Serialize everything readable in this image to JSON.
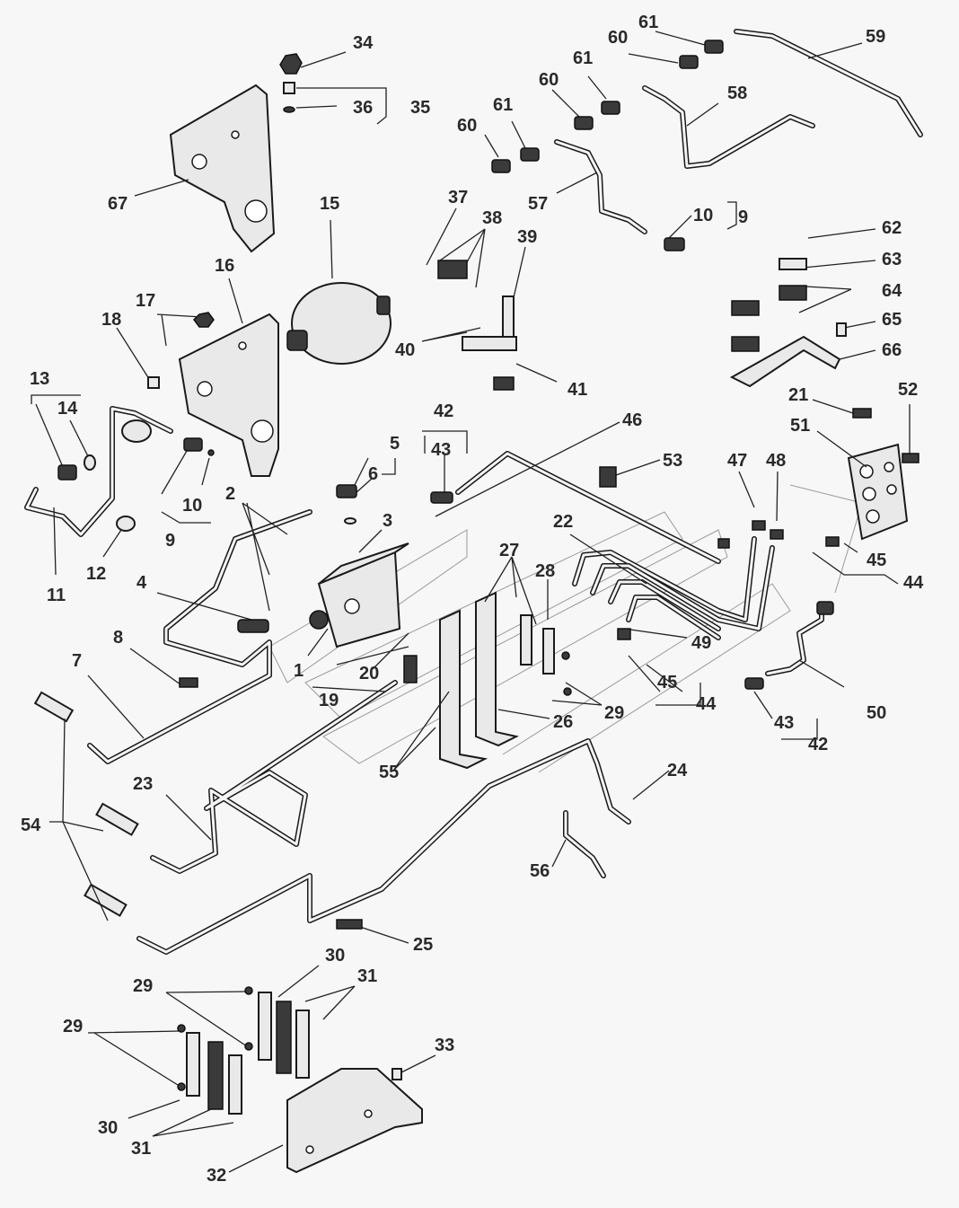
{
  "diagram": {
    "callouts": [
      {
        "id": "c34",
        "text": "34"
      },
      {
        "id": "c35",
        "text": "35"
      },
      {
        "id": "c36",
        "text": "36"
      },
      {
        "id": "c67",
        "text": "67"
      },
      {
        "id": "c15",
        "text": "15"
      },
      {
        "id": "c16",
        "text": "16"
      },
      {
        "id": "c17",
        "text": "17"
      },
      {
        "id": "c18",
        "text": "18"
      },
      {
        "id": "c13",
        "text": "13"
      },
      {
        "id": "c14",
        "text": "14"
      },
      {
        "id": "c11",
        "text": "11"
      },
      {
        "id": "c12",
        "text": "12"
      },
      {
        "id": "c9a",
        "text": "9"
      },
      {
        "id": "c10a",
        "text": "10"
      },
      {
        "id": "c5",
        "text": "5"
      },
      {
        "id": "c6",
        "text": "6"
      },
      {
        "id": "c2",
        "text": "2"
      },
      {
        "id": "c3",
        "text": "3"
      },
      {
        "id": "c4",
        "text": "4"
      },
      {
        "id": "c1",
        "text": "1"
      },
      {
        "id": "c20",
        "text": "20"
      },
      {
        "id": "c19",
        "text": "19"
      },
      {
        "id": "c8",
        "text": "8"
      },
      {
        "id": "c7",
        "text": "7"
      },
      {
        "id": "c23",
        "text": "23"
      },
      {
        "id": "c54",
        "text": "54"
      },
      {
        "id": "c55",
        "text": "55"
      },
      {
        "id": "c26",
        "text": "26"
      },
      {
        "id": "c27",
        "text": "27"
      },
      {
        "id": "c28",
        "text": "28"
      },
      {
        "id": "c29a",
        "text": "29"
      },
      {
        "id": "c22",
        "text": "22"
      },
      {
        "id": "c49",
        "text": "49"
      },
      {
        "id": "c45a",
        "text": "45"
      },
      {
        "id": "c44a",
        "text": "44"
      },
      {
        "id": "c24",
        "text": "24"
      },
      {
        "id": "c56",
        "text": "56"
      },
      {
        "id": "c25",
        "text": "25"
      },
      {
        "id": "c42a",
        "text": "42"
      },
      {
        "id": "c43a",
        "text": "43"
      },
      {
        "id": "c46",
        "text": "46"
      },
      {
        "id": "c53",
        "text": "53"
      },
      {
        "id": "c47",
        "text": "47"
      },
      {
        "id": "c48",
        "text": "48"
      },
      {
        "id": "c21",
        "text": "21"
      },
      {
        "id": "c52",
        "text": "52"
      },
      {
        "id": "c51",
        "text": "51"
      },
      {
        "id": "c45b",
        "text": "45"
      },
      {
        "id": "c44b",
        "text": "44"
      },
      {
        "id": "c50",
        "text": "50"
      },
      {
        "id": "c43b",
        "text": "43"
      },
      {
        "id": "c42b",
        "text": "42"
      },
      {
        "id": "c37",
        "text": "37"
      },
      {
        "id": "c38",
        "text": "38"
      },
      {
        "id": "c39",
        "text": "39"
      },
      {
        "id": "c40",
        "text": "40"
      },
      {
        "id": "c41",
        "text": "41"
      },
      {
        "id": "c57",
        "text": "57"
      },
      {
        "id": "c10b",
        "text": "10"
      },
      {
        "id": "c9b",
        "text": "9"
      },
      {
        "id": "c60a",
        "text": "60"
      },
      {
        "id": "c61a",
        "text": "61"
      },
      {
        "id": "c60b",
        "text": "60"
      },
      {
        "id": "c61b",
        "text": "61"
      },
      {
        "id": "c60c",
        "text": "60"
      },
      {
        "id": "c61c",
        "text": "61"
      },
      {
        "id": "c58",
        "text": "58"
      },
      {
        "id": "c59",
        "text": "59"
      },
      {
        "id": "c62",
        "text": "62"
      },
      {
        "id": "c63",
        "text": "63"
      },
      {
        "id": "c64",
        "text": "64"
      },
      {
        "id": "c65",
        "text": "65"
      },
      {
        "id": "c66",
        "text": "66"
      },
      {
        "id": "c30a",
        "text": "30"
      },
      {
        "id": "c31a",
        "text": "31"
      },
      {
        "id": "c29b",
        "text": "29"
      },
      {
        "id": "c29c",
        "text": "29"
      },
      {
        "id": "c30b",
        "text": "30"
      },
      {
        "id": "c31b",
        "text": "31"
      },
      {
        "id": "c32",
        "text": "32"
      },
      {
        "id": "c33",
        "text": "33"
      }
    ]
  }
}
